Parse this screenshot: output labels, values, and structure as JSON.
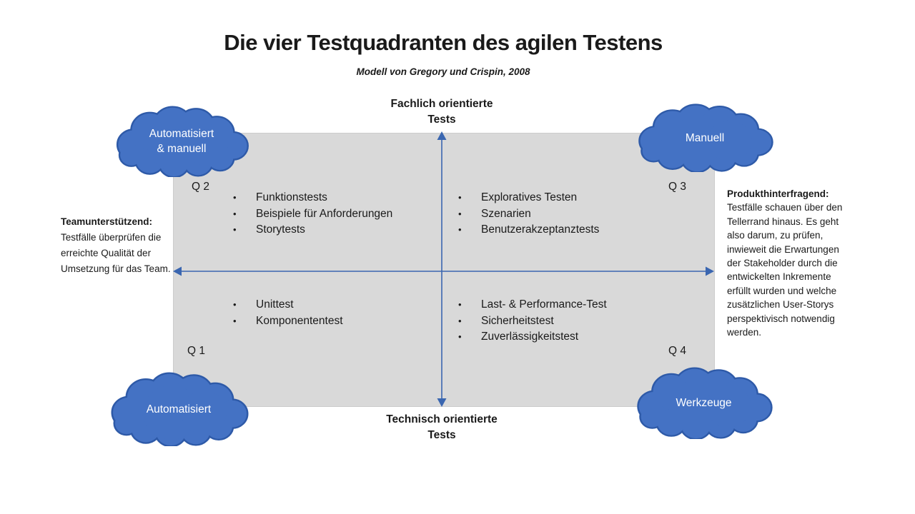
{
  "title": "Die vier Testquadranten des agilen Testens",
  "subtitle": "Modell von Gregory und Crispin, 2008",
  "axes": {
    "top_label": "Fachlich orientierte\nTests",
    "bottom_label": "Technisch orientierte\nTests"
  },
  "quadrants": [
    {
      "id": "Q 2",
      "items": [
        "Funktionstests",
        "Beispiele für Anforderungen",
        "Storytests"
      ]
    },
    {
      "id": "Q 3",
      "items": [
        "Exploratives Testen",
        "Szenarien",
        "Benutzerakzeptanztests"
      ]
    },
    {
      "id": "Q 1",
      "items": [
        "Unittest",
        "Komponententest"
      ]
    },
    {
      "id": "Q 4",
      "items": [
        "Last- & Performance-Test",
        "Sicherheitstest",
        "Zuverlässigkeitstest"
      ]
    }
  ],
  "bullet": "•",
  "clouds": {
    "top_left": "Automatisiert\n& manuell",
    "top_right": "Manuell",
    "bottom_left": "Automatisiert",
    "bottom_right": "Werkzeuge"
  },
  "side_notes": {
    "left_heading": "Teamunterstützend:",
    "left_body": "Testfälle überprüfen die erreichte Qualität der Umsetzung für das Team.",
    "right_heading": "Produkthinterfragend:",
    "right_body": "Testfälle schauen über den Tellerrand hinaus. Es geht also darum, zu prüfen, inwieweit die Erwartungen der Stakeholder durch die entwickelten Inkremente erfüllt wurden und welche zusätzlichen User-Storys perspektivisch notwendig werden."
  },
  "colors": {
    "cloud_fill": "#4472C4",
    "cloud_border": "#2E5AA8",
    "quadrant_bg": "#D9D9D9",
    "axis_arrow": "#3A66B0",
    "text": "#1A1A1A"
  }
}
